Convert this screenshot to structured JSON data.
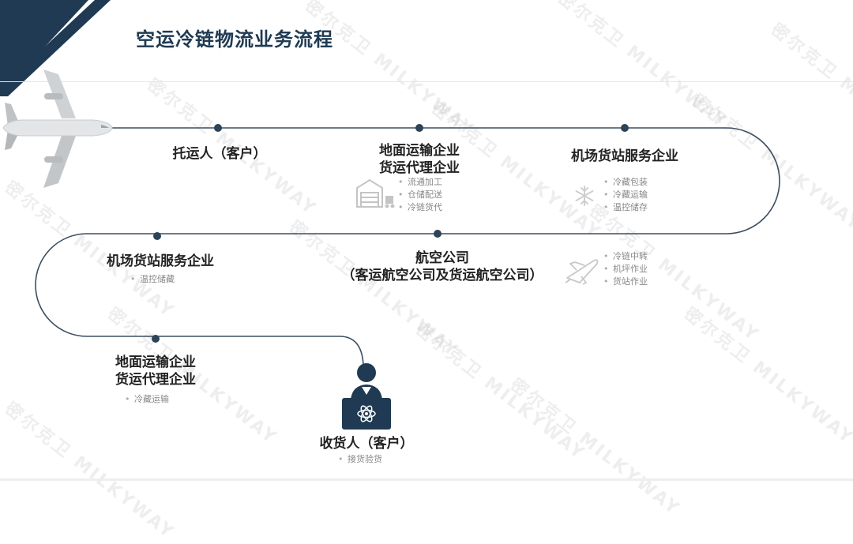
{
  "title": "空运冷链物流业务流程",
  "watermark": "密尔克卫 MILKYWAY",
  "colors": {
    "navy": "#1f3a52",
    "line": "#3d4e5e",
    "icon_gray": "#c8c8c8"
  },
  "nodes": [
    {
      "title_lines": [
        "托运人（客户）"
      ],
      "bullets": []
    },
    {
      "title_lines": [
        "地面运输企业",
        "货运代理企业"
      ],
      "icon": "warehouse-forklift-icon",
      "bullets": [
        "流通加工",
        "仓储配送",
        "冷链货代"
      ]
    },
    {
      "title_lines": [
        "机场货站服务企业"
      ],
      "icon": "snowflake-icon",
      "bullets": [
        "冷藏包装",
        "冷藏运输",
        "温控储存"
      ]
    },
    {
      "title_lines": [
        "航空公司",
        "（客运航空公司及货运航空公司）"
      ],
      "bullets": []
    },
    {
      "title_lines": [
        "机场货站服务企业"
      ],
      "bullets": [
        "温控储藏"
      ]
    },
    {
      "title_lines": [
        "地面运输企业",
        "货运代理企业"
      ],
      "bullets": [
        "冷藏运输"
      ]
    },
    {
      "title_lines": [
        "收货人（客户）"
      ],
      "icon": "receiver-person-icon",
      "bullets": [
        "接货验货"
      ]
    }
  ],
  "airline_side": {
    "icon": "airplane-outline-icon",
    "bullets": [
      "冷链中转",
      "机坪作业",
      "货站作业"
    ]
  }
}
